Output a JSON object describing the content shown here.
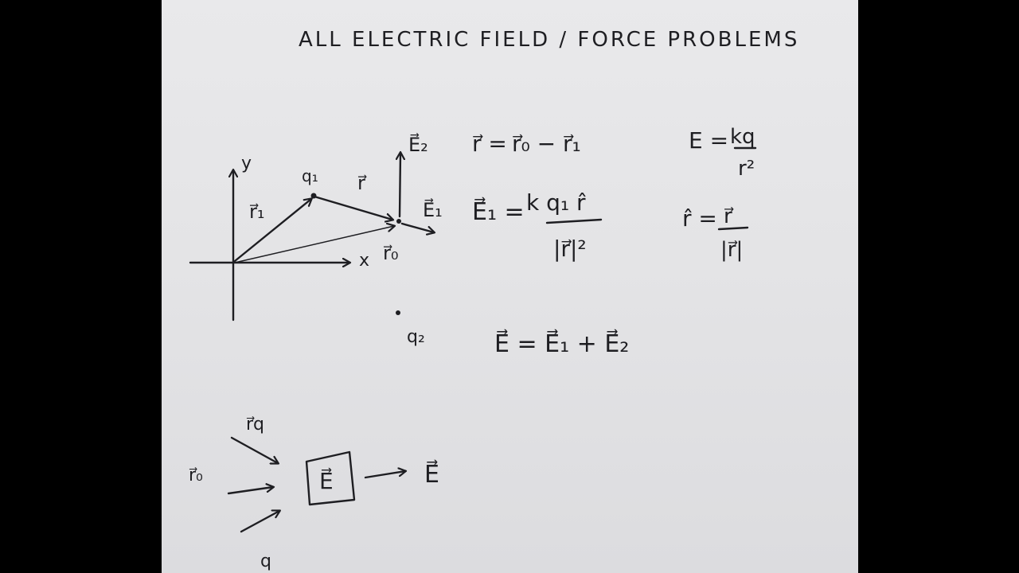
{
  "page": {
    "background": "#000000",
    "paper_color": "#e6e6e8",
    "ink_color": "#1e1e22"
  },
  "title": "ALL ELECTRIC FIELD / FORCE PROBLEMS",
  "diagram": {
    "axis_y": "y",
    "axis_x": "x",
    "vec_r1": "r⃗₁",
    "charge_q1": "q₁",
    "vec_r": "r⃗",
    "field_E2": "E⃗₂",
    "field_E1": "E⃗₁",
    "vec_r0": "r⃗₀",
    "charge_q2": "q₂"
  },
  "equations": {
    "r_def_left": "r⃗ =",
    "r_def_right": "r⃗₀ − r⃗₁",
    "E1_left": "E⃗₁ =",
    "E1_num": "k q₁ r̂",
    "E1_den": "|r⃗|²",
    "E_mag_left": "E =",
    "E_mag_num": "kq",
    "E_mag_den": "r²",
    "rhat_left": "r̂ =",
    "rhat_num": "r⃗",
    "rhat_den": "|r⃗|",
    "superposition": "E⃗ = E⃗₁ + E⃗₂"
  },
  "flow": {
    "input_r_q": "r⃗q",
    "input_r0": "r⃗₀",
    "input_q": "q",
    "box_label": "E⃗",
    "output": "E⃗"
  }
}
